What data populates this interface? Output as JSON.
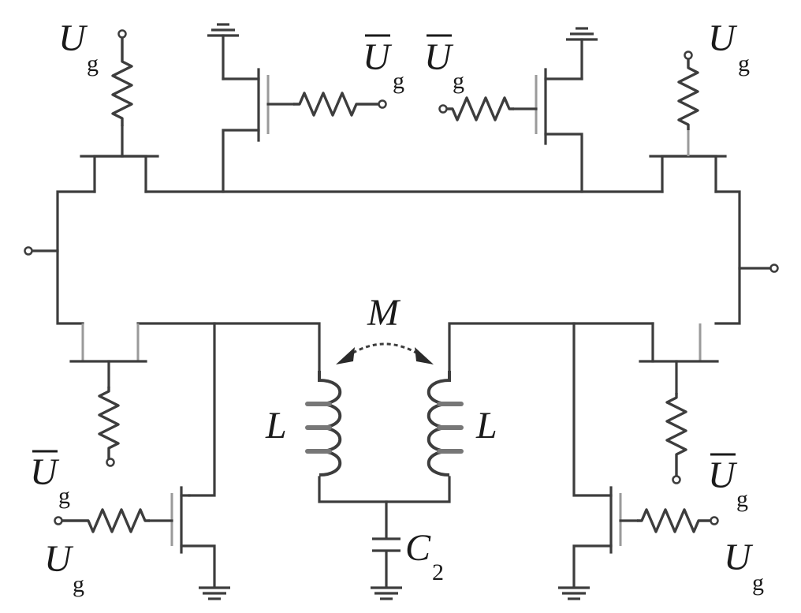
{
  "labels": {
    "ug": "U",
    "ug_sub": "g",
    "mutual": "M",
    "inductor": "L",
    "capacitor": "C",
    "capacitor_sub": "2"
  }
}
